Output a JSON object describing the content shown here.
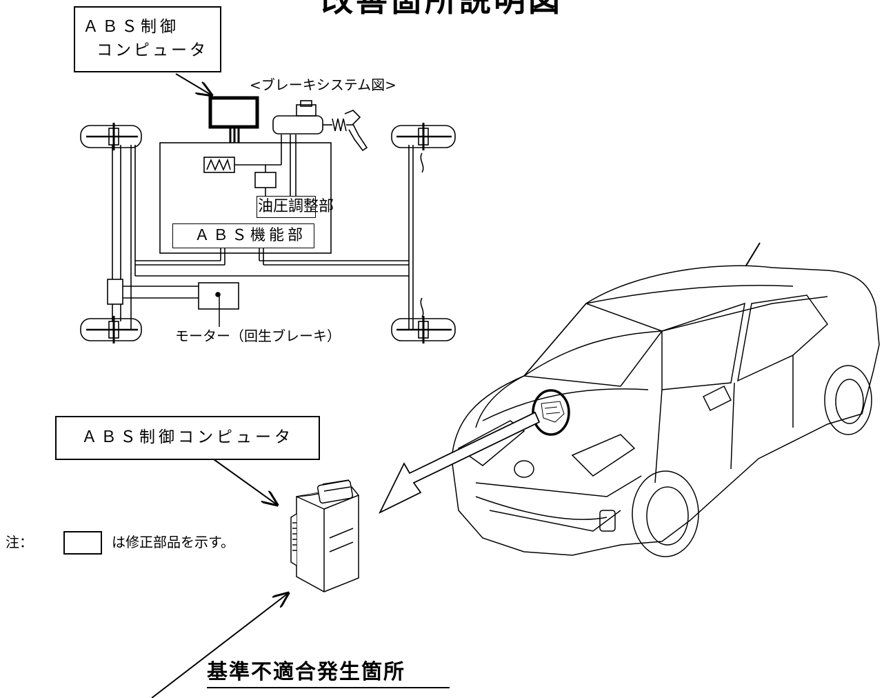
{
  "title": "改善箇所説明図",
  "callout_computer_top": {
    "line1": "ＡＢＳ制御",
    "line2": "コンピュータ"
  },
  "system_diagram": {
    "caption": "<ブレーキシステム図>",
    "hydraulic_unit": "油圧調整部",
    "abs_function": "ＡＢＳ機能部",
    "motor": "モーター（回生ブレーキ）"
  },
  "callout_computer_bottom": "ＡＢＳ制御コンピュータ",
  "note": {
    "prefix": "注：",
    "suffix": "は修正部品を示す。"
  },
  "defect_label": "基準不適合発生箇所"
}
